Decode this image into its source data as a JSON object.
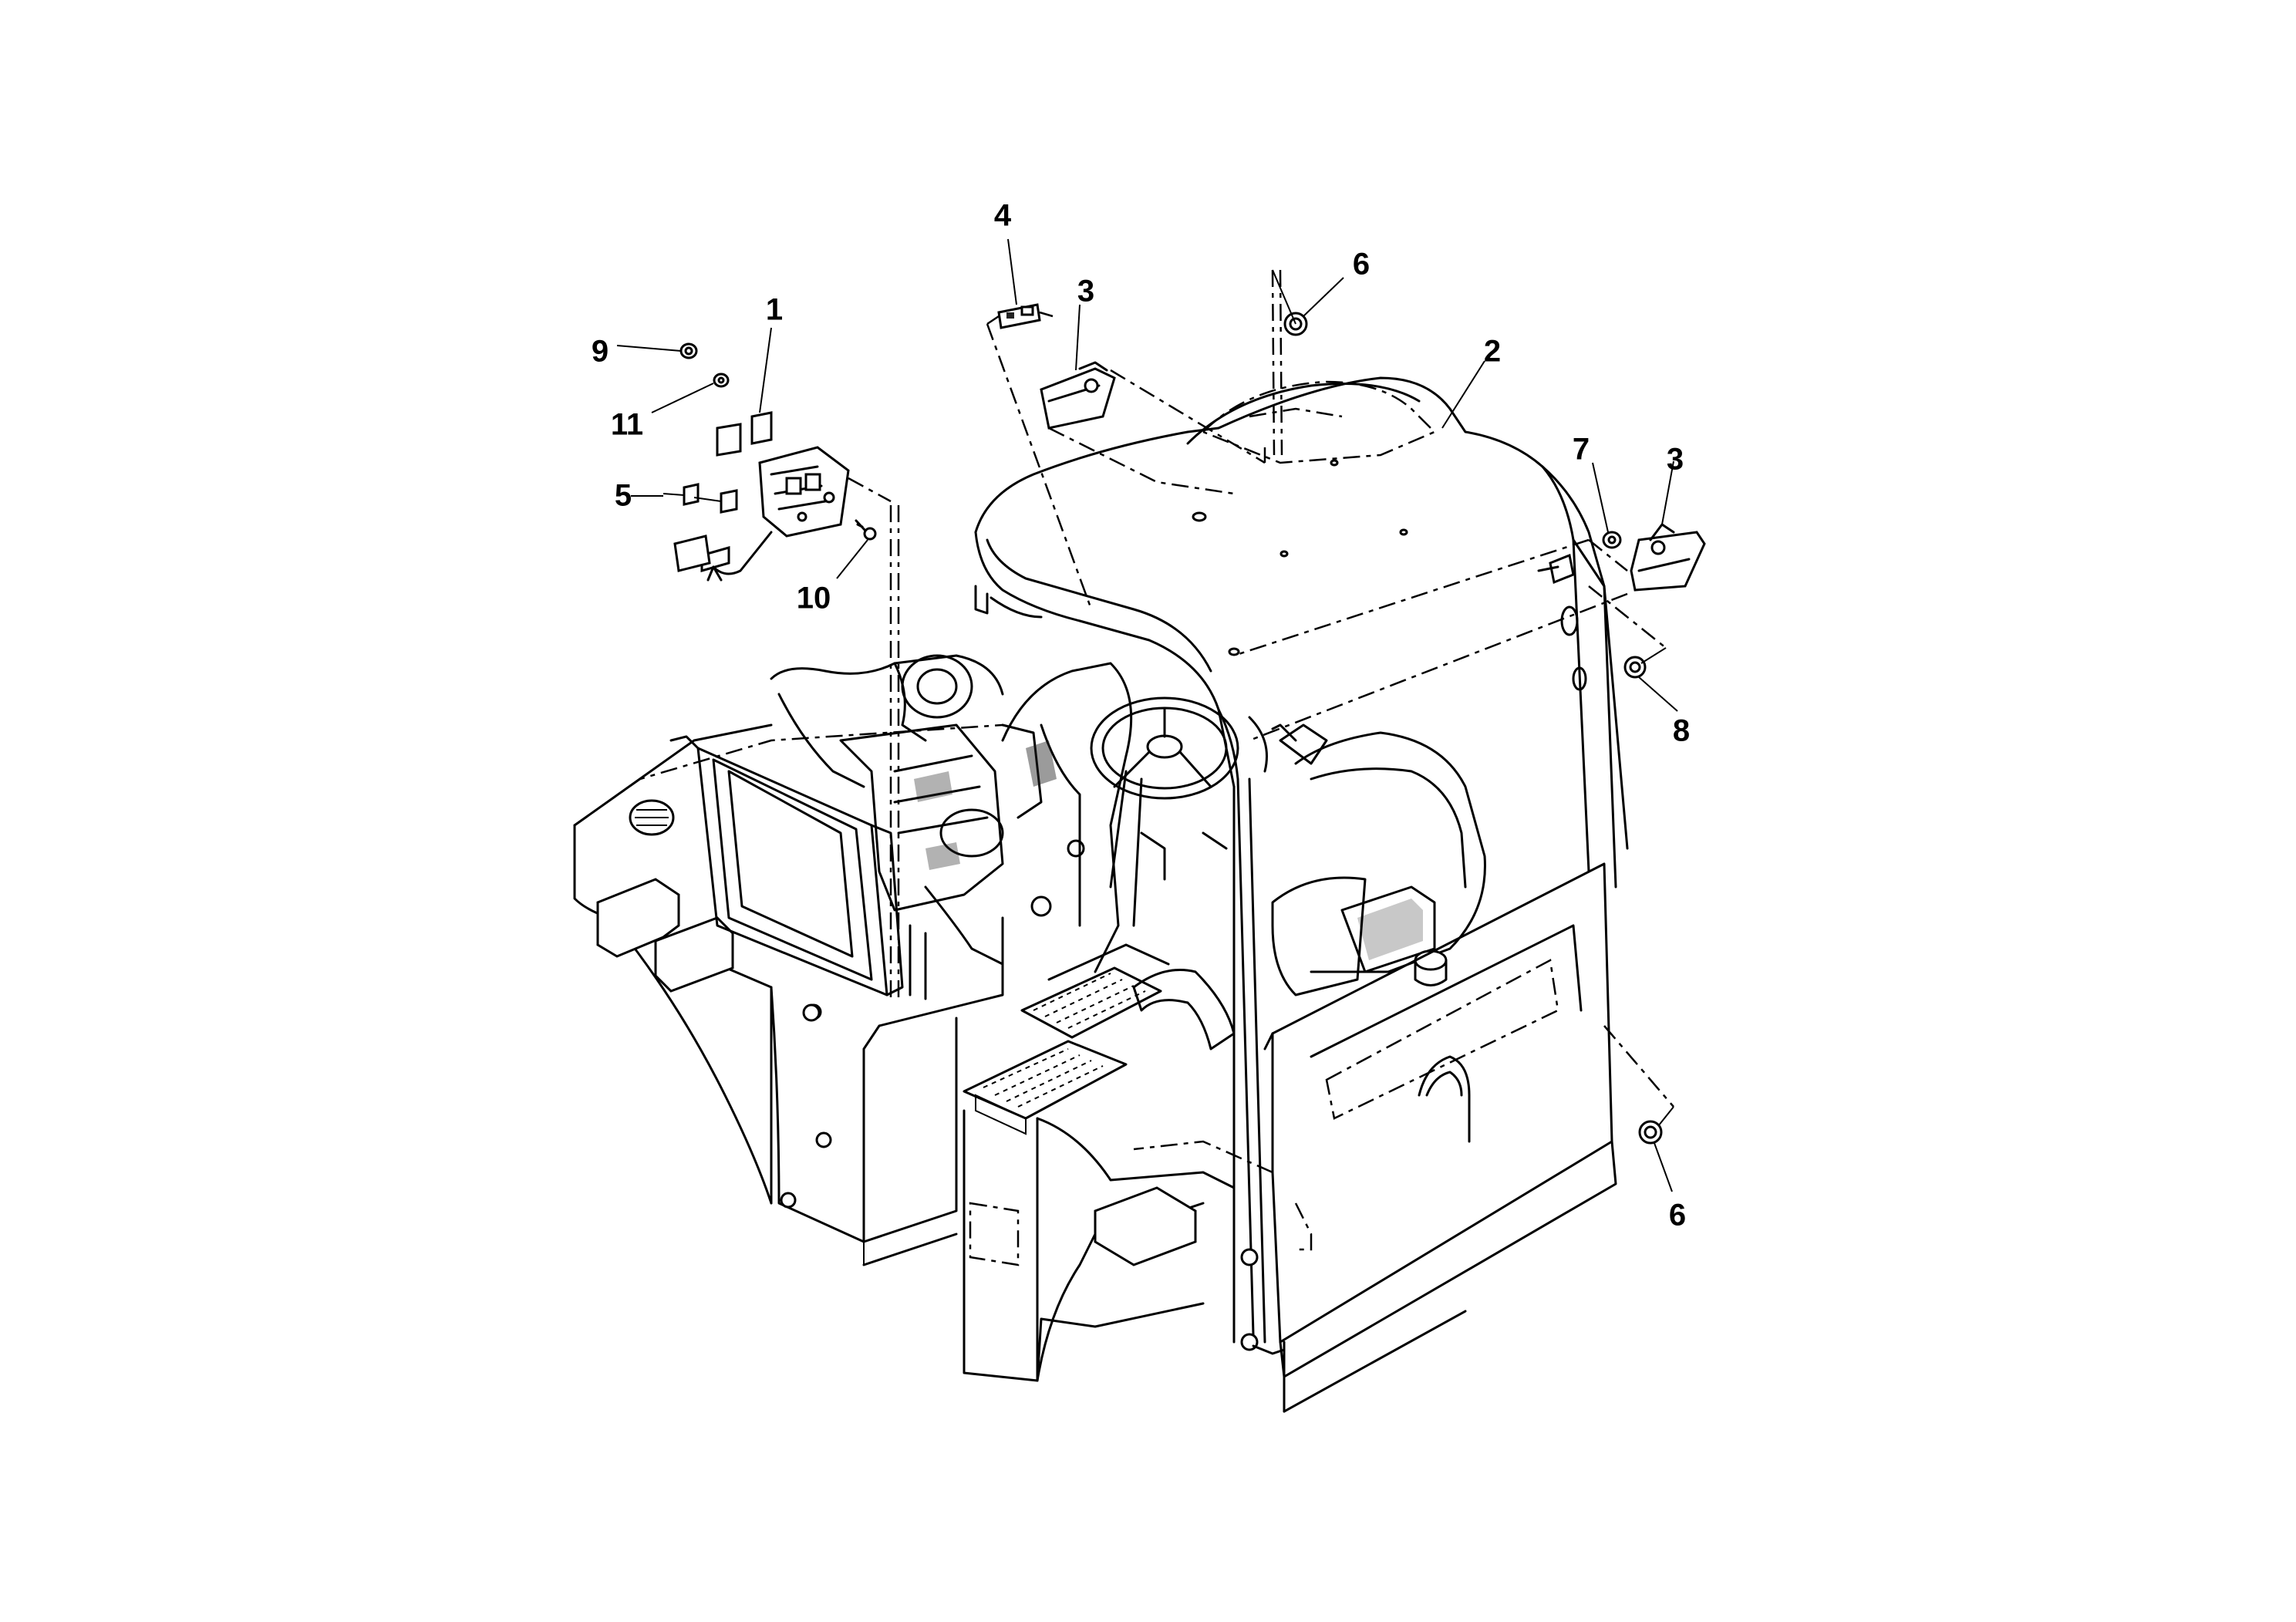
{
  "callouts": {
    "c1": "1",
    "c2": "2",
    "c3a": "3",
    "c3b": "3",
    "c4": "4",
    "c5": "5",
    "c6a": "6",
    "c6b": "6",
    "c7": "7",
    "c8": "8",
    "c9": "9",
    "c10": "10",
    "c11": "11"
  }
}
